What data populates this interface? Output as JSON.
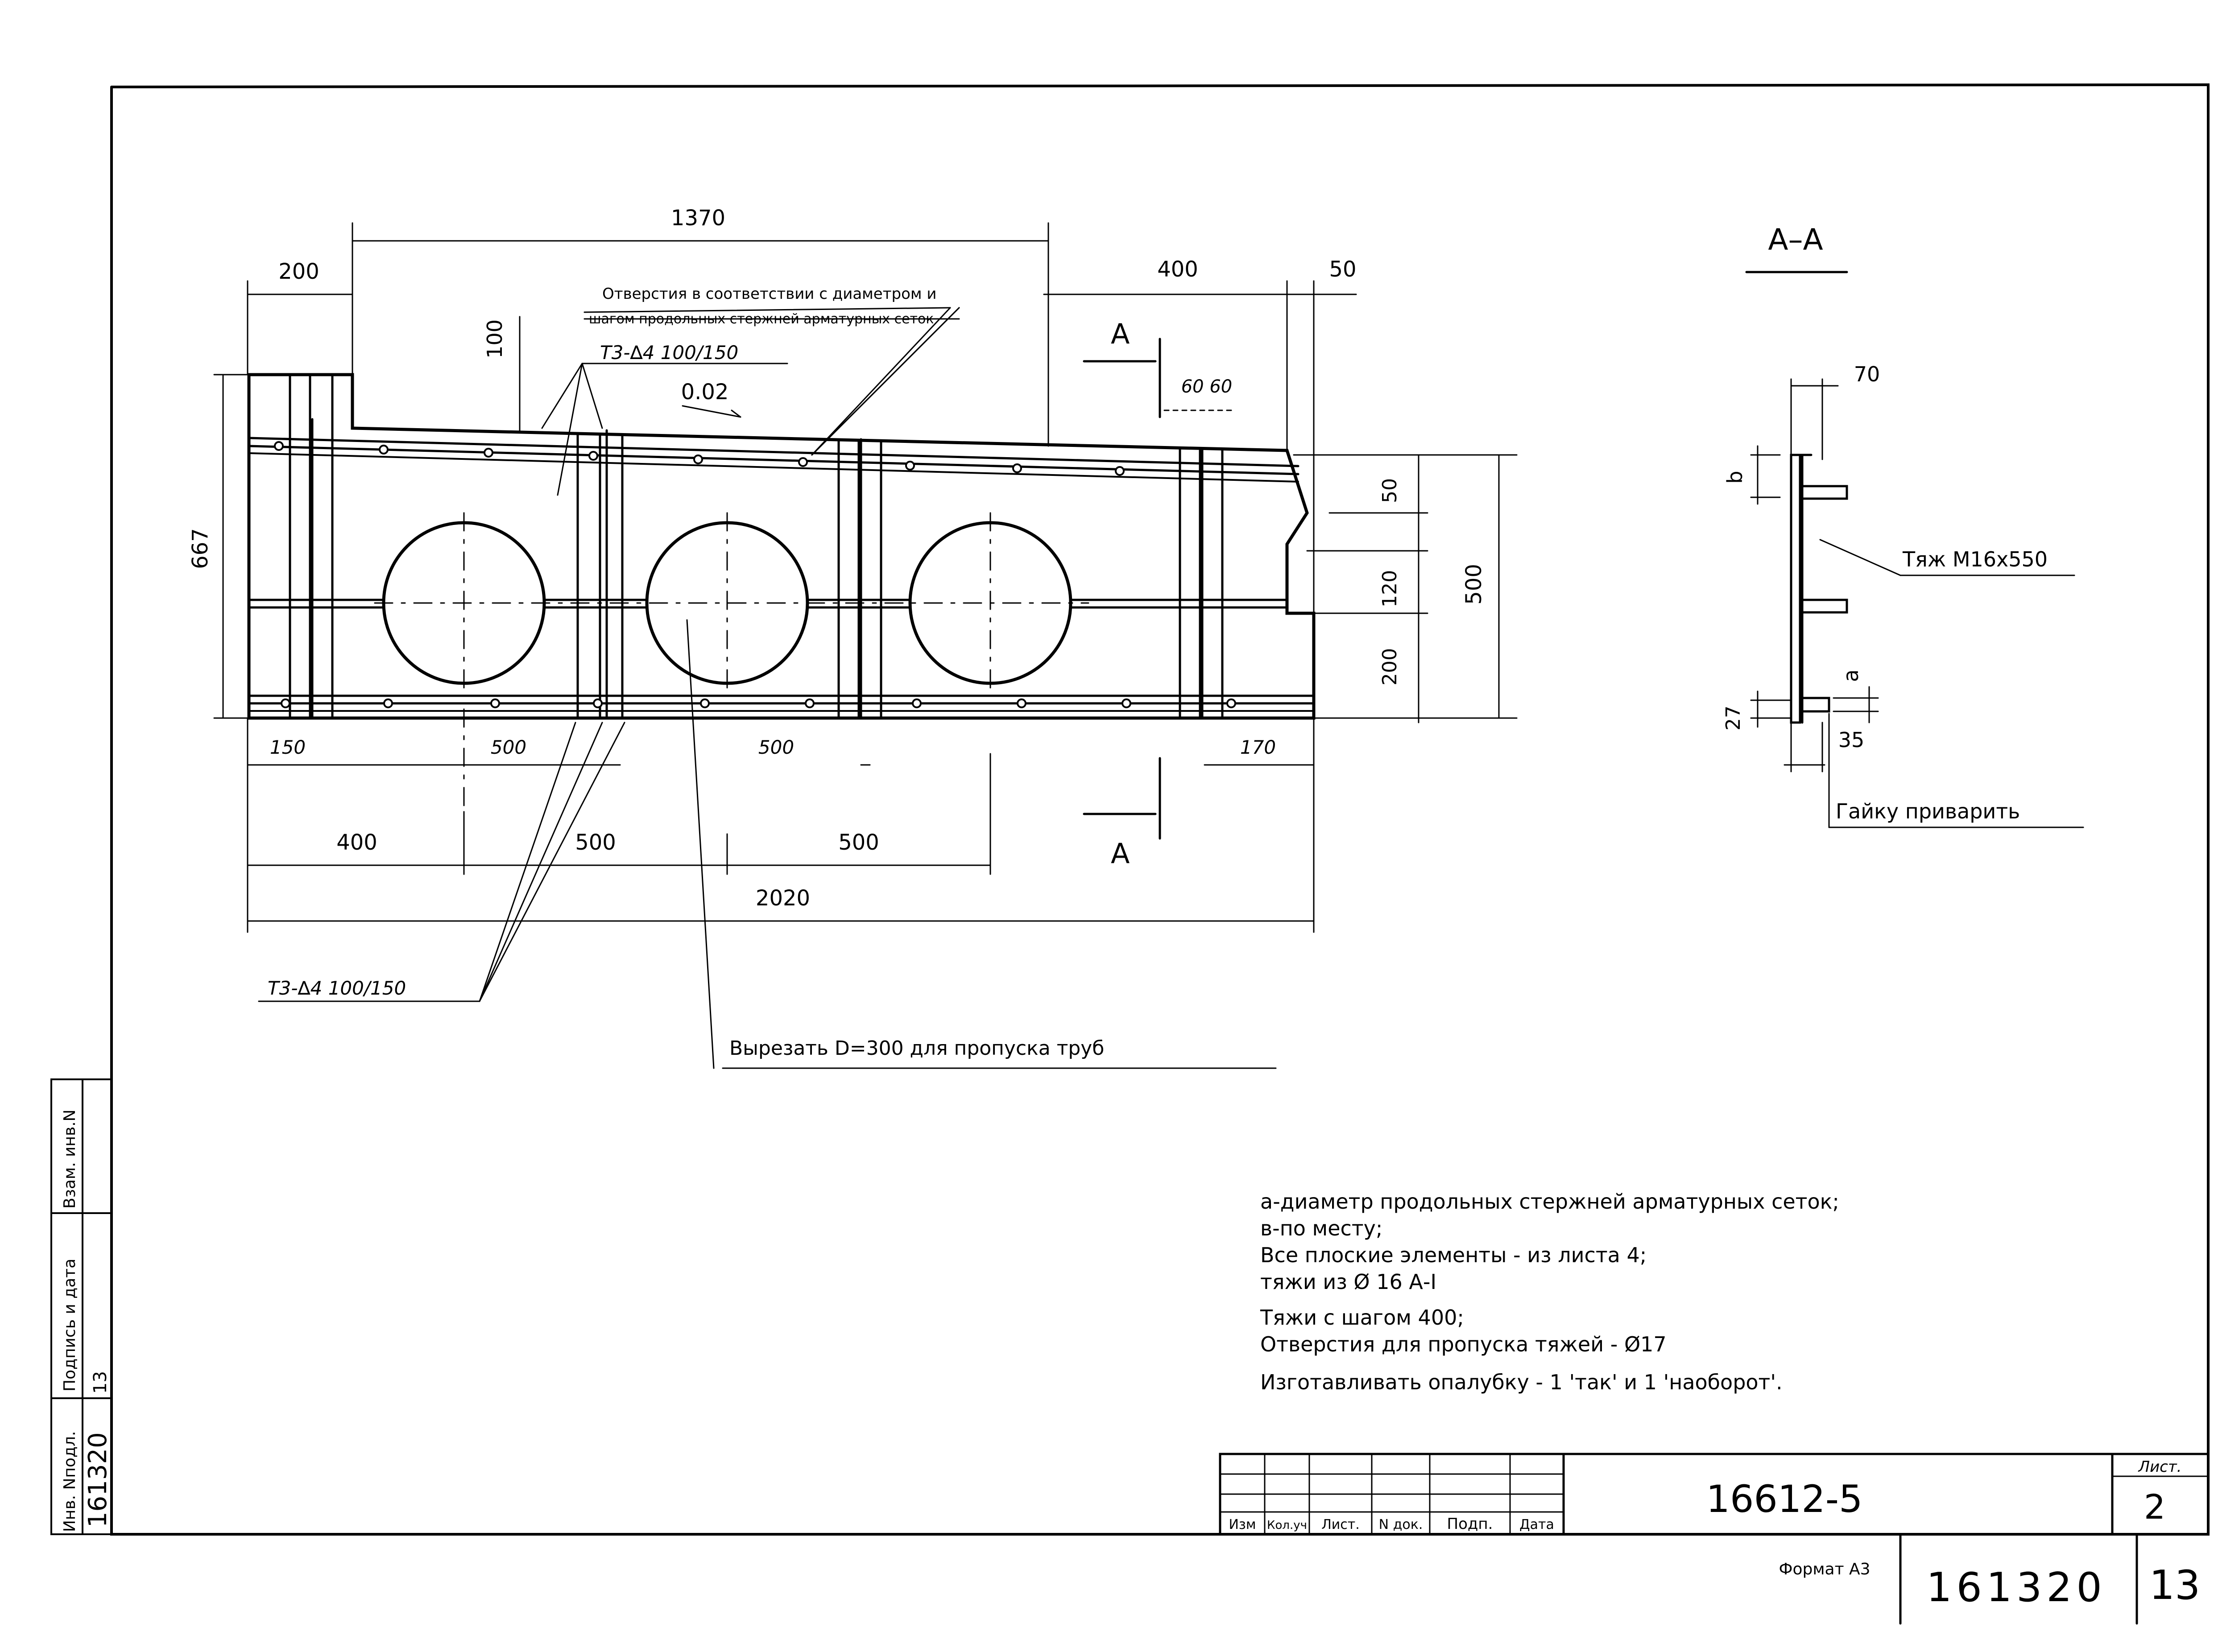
{
  "dimensions": {
    "d1370": "1370",
    "d200_top": "200",
    "d400_top": "400",
    "d50_top": "50",
    "d100": "100",
    "d0_02": "0.02",
    "d6060": "60 60",
    "d667": "667",
    "d50_r": "50",
    "d120": "120",
    "d200_r": "200",
    "d500_r": "500",
    "d150": "150",
    "d500_a": "500",
    "d500_b": "500",
    "d170": "170",
    "d400_bot": "400",
    "d500_c": "500",
    "d500_d": "500",
    "d2020": "2020"
  },
  "labels": {
    "holes_note_1": "Отверстия в соответствии с диаметром и",
    "holes_note_2": "шагом продольных стержней арматурных сеток",
    "mesh_top": "Т3-∆4 100/150",
    "mesh_bottom": "Т3-∆4 100/150",
    "cut_note": "Вырезать D=300 для пропуска труб",
    "section_mark_top": "А",
    "section_mark_bottom": "А"
  },
  "section": {
    "title": "А–А",
    "d70": "70",
    "b": "b",
    "a": "a",
    "d27": "27",
    "d35": "35",
    "rod_label": "Тяж М16х550",
    "nut_label": "Гайку приварить"
  },
  "notes": [
    "а-диаметр продольных стержней арматурных сеток;",
    "в-по месту;",
    "Все плоские элементы - из листа 4;",
    "тяжи из Ø 16 А-I",
    "Тяжи с шагом 400;",
    "Отверстия для пропуска тяжей - Ø17",
    "Изготавливать опалубку - 1 'так' и 1 'наоборот'."
  ],
  "title_block": {
    "headers": [
      "Изм",
      "Кол.уч",
      "Лист.",
      "N док.",
      "Подп.",
      "Дата"
    ],
    "doc_number": "16612-5",
    "sheet_label": "Лист.",
    "sheet_number": "2"
  },
  "side_stamp": {
    "col1": "Инв. Nподл.",
    "col2": "Подпись и дата",
    "col3": "Взам. инв.N",
    "inv_value": "161320",
    "sig_value": "13"
  },
  "footer": {
    "format_label": "Формат А3",
    "archive_number": "161320",
    "page_number": "13"
  }
}
